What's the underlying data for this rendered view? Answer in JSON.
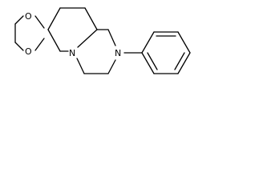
{
  "atom_labels": {
    "oxygen_top": "O",
    "oxygen_bottom": "O",
    "nitrogen_bridgehead": "N",
    "nitrogen_phenyl": "N"
  },
  "colors": {
    "bond": "#000000",
    "label": "#000000",
    "background": "#ffffff"
  }
}
